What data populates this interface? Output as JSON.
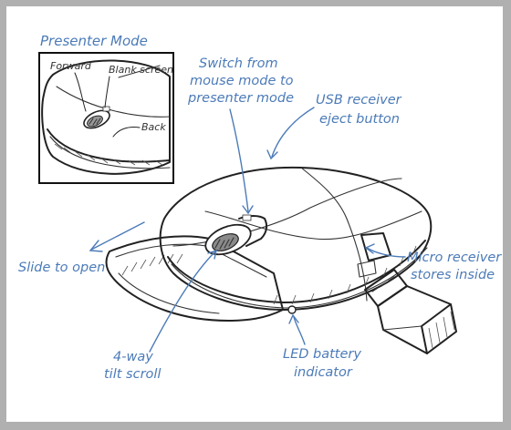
{
  "inset": {
    "title": "Presenter Mode",
    "labels": {
      "forward": "Forward",
      "blank_screen": "Blank screen",
      "back": "Back"
    }
  },
  "callouts": {
    "switch_mode": [
      "Switch from",
      "mouse mode to",
      "presenter mode"
    ],
    "usb_eject": [
      "USB receiver",
      "eject button"
    ],
    "slide_open": "Slide to open",
    "micro_receiver": [
      "Micro receiver",
      "stores inside"
    ],
    "tilt_scroll": [
      "4-way",
      "tilt scroll"
    ],
    "led_battery": [
      "LED battery",
      "indicator"
    ]
  },
  "colors": {
    "annotation": "#4c7bb8",
    "ink": "#222222",
    "frame": "#b0b0b0"
  }
}
